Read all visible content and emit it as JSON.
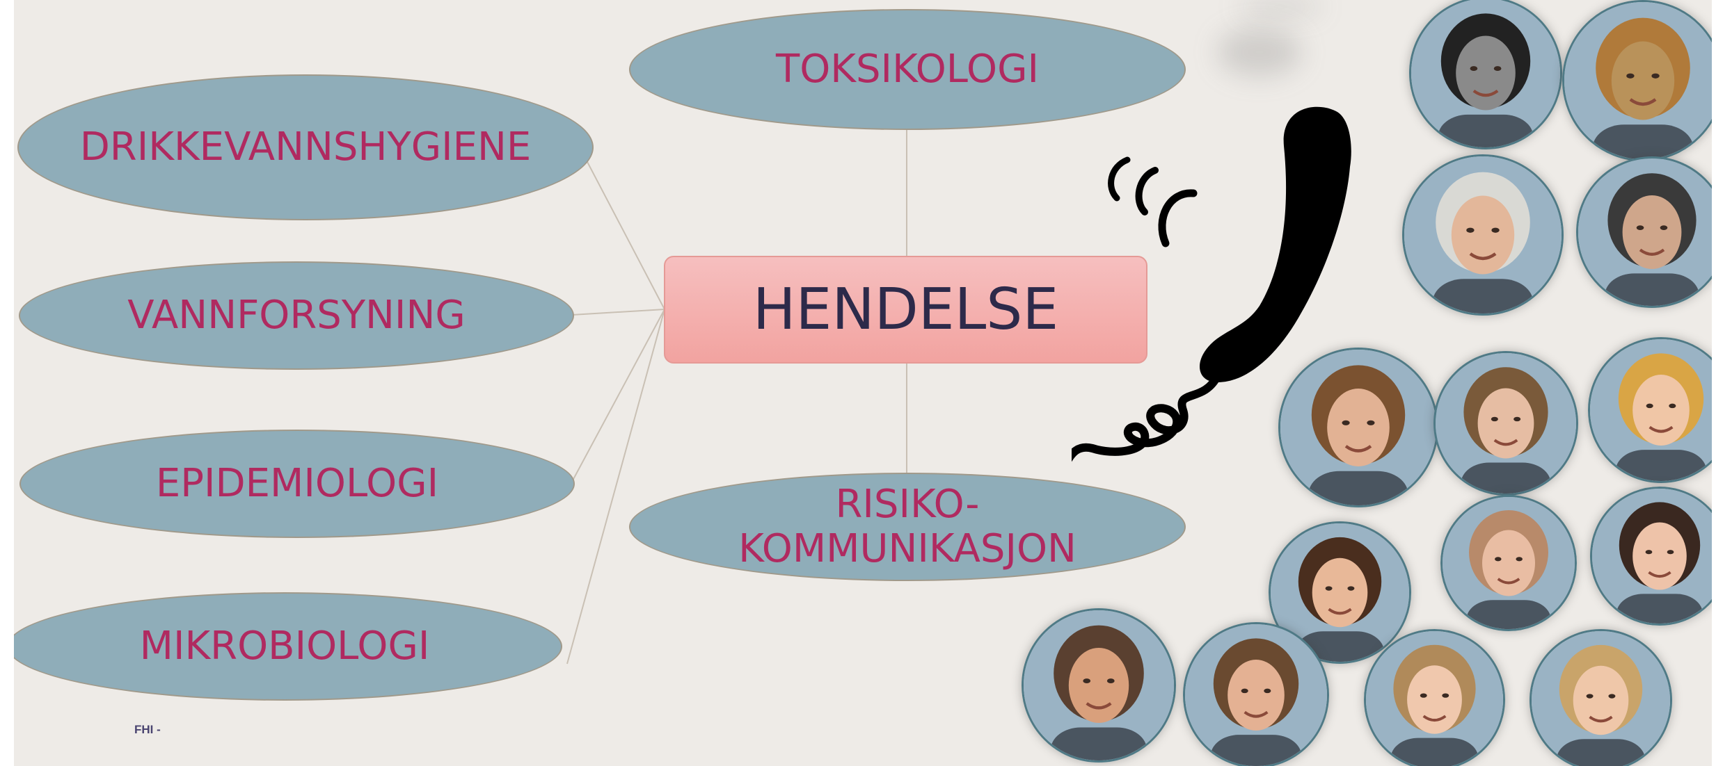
{
  "diagram": {
    "center": "HENDELSE",
    "nodes": [
      {
        "id": "toksikologi",
        "label": "TOKSIKOLOGI"
      },
      {
        "id": "drikkevann",
        "label": "DRIKKEVANNSHYGIENE"
      },
      {
        "id": "vannforsyning",
        "label": "VANNFORSYNING"
      },
      {
        "id": "epidemiologi",
        "label": "EPIDEMIOLOGI"
      },
      {
        "id": "mikrobiologi",
        "label": "MIKROBIOLOGI"
      },
      {
        "id": "risiko",
        "label": "RISIKO-\nKOMMUNIKASJON"
      }
    ]
  },
  "footer": "FHI -",
  "photos": [
    {
      "id": "p1",
      "tone": "#8a8a8a",
      "hair": "#222222"
    },
    {
      "id": "p2",
      "tone": "#b9925a",
      "hair": "#b07a3a"
    },
    {
      "id": "p3",
      "tone": "#e3b79a",
      "hair": "#d9d9d4"
    },
    {
      "id": "p4",
      "tone": "#cfa68b",
      "hair": "#3a3a3a"
    },
    {
      "id": "p5",
      "tone": "#e2b294",
      "hair": "#7b5230"
    },
    {
      "id": "p6",
      "tone": "#e6bda3",
      "hair": "#7a5a3a"
    },
    {
      "id": "p7",
      "tone": "#f0c6a6",
      "hair": "#d9a545"
    },
    {
      "id": "p8",
      "tone": "#e8b898",
      "hair": "#4a2e1e"
    },
    {
      "id": "p9",
      "tone": "#e9bda3",
      "hair": "#b88a6a"
    },
    {
      "id": "p10",
      "tone": "#eec3a9",
      "hair": "#3a2820"
    },
    {
      "id": "p11",
      "tone": "#d9a07c",
      "hair": "#5a4030"
    },
    {
      "id": "p12",
      "tone": "#e4b193",
      "hair": "#6a4a30"
    },
    {
      "id": "p13",
      "tone": "#f0c8ad",
      "hair": "#b08a5a"
    },
    {
      "id": "p14",
      "tone": "#efc7a9",
      "hair": "#c9a46a"
    }
  ]
}
